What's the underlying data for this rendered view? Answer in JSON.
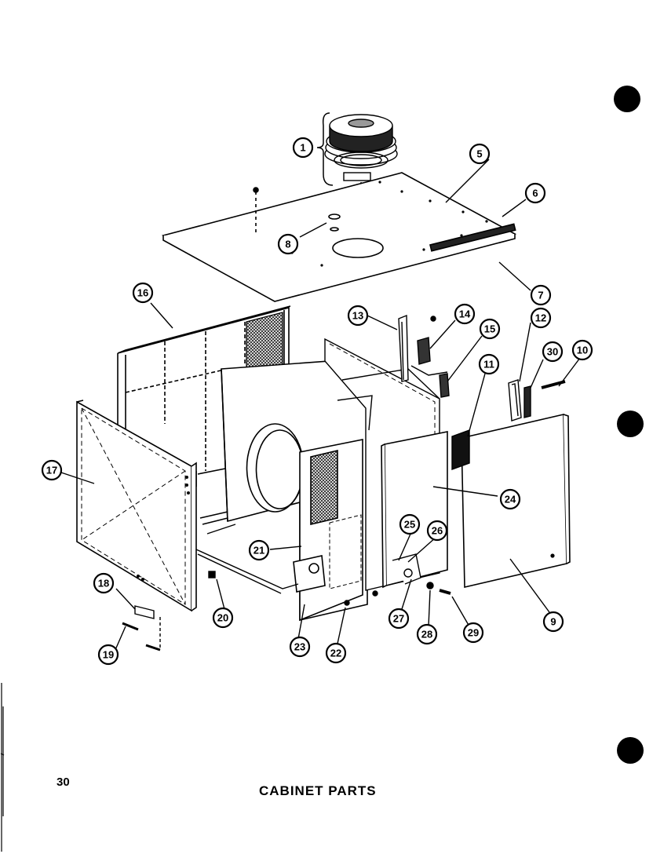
{
  "page": {
    "number": "30",
    "caption": "CABINET  PARTS"
  },
  "callouts": [
    "1",
    "5",
    "6",
    "8",
    "7",
    "16",
    "13",
    "14",
    "15",
    "12",
    "30",
    "10",
    "11",
    "17",
    "24",
    "21",
    "25",
    "26",
    "27",
    "28",
    "29",
    "9",
    "18",
    "20",
    "19",
    "23",
    "22"
  ]
}
